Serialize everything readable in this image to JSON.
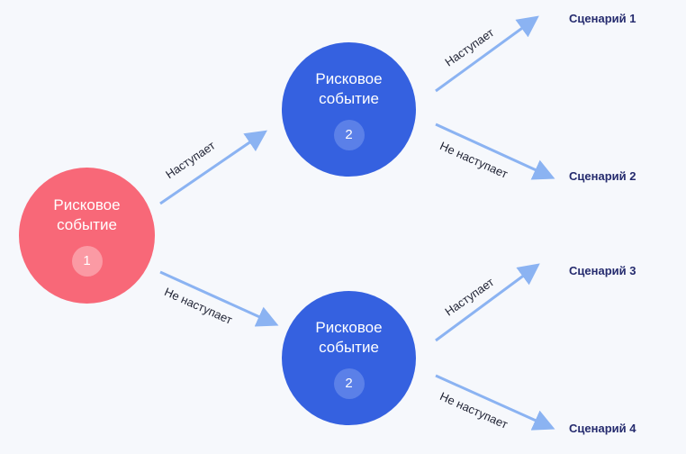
{
  "nodes": {
    "event1": {
      "label": "Рисковое событие",
      "number": "1",
      "color": "#f86878"
    },
    "event2_top": {
      "label": "Рисковое событие",
      "number": "2",
      "color": "#3561e0"
    },
    "event2_bottom": {
      "label": "Рисковое событие",
      "number": "2",
      "color": "#3561e0"
    }
  },
  "edges": {
    "e1_occurs": "Наступает",
    "e1_not_occurs": "Не наступает",
    "e2top_occurs": "Наступает",
    "e2top_not_occurs": "Не наступает",
    "e2bot_occurs": "Наступает",
    "e2bot_not_occurs": "Не наступает"
  },
  "scenarios": {
    "s1": "Сценарий 1",
    "s2": "Сценарий 2",
    "s3": "Сценарий 3",
    "s4": "Сценарий 4"
  },
  "colors": {
    "arrow": "#8bb3f2",
    "scenario_text": "#252b6e",
    "background": "#f6f8fc"
  }
}
